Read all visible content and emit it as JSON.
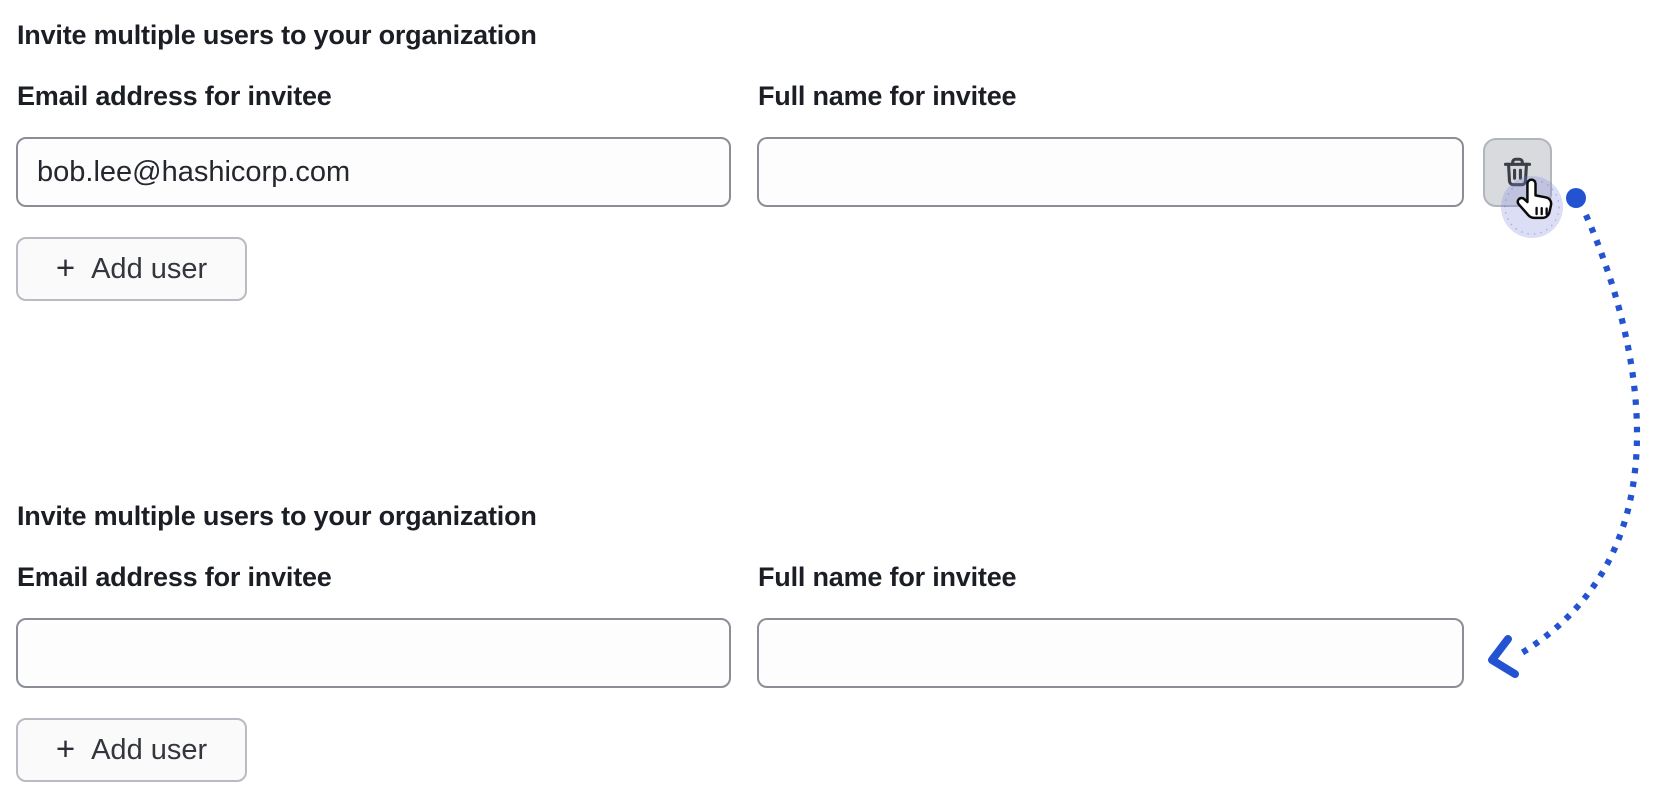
{
  "form_before": {
    "heading": "Invite multiple users to your organization",
    "email_label": "Email address for invitee",
    "email_value": "bob.lee@hashicorp.com",
    "name_label": "Full name for invitee",
    "name_value": "",
    "add_user": {
      "plus": "+",
      "label": "Add user"
    },
    "delete_button_icon": "trash-icon"
  },
  "form_after": {
    "heading": "Invite multiple users to your organization",
    "email_label": "Email address for invitee",
    "email_value": "",
    "name_label": "Full name for invitee",
    "name_value": "",
    "add_user": {
      "plus": "+",
      "label": "Add user"
    }
  },
  "annotation": {
    "cursor_icon": "hand-pointer-cursor",
    "arrow_style": "dotted-curve",
    "arrow_color": "#2353d1",
    "click_halo_color": "#c7cdf1",
    "has_start_dot": true,
    "arrowhead_direction": "left"
  },
  "colors": {
    "text": "#1b1e24",
    "input_border": "#8b8e97",
    "input_background": "#fdfdfe",
    "button_border": "#b9bbc2",
    "button_background": "#fafafb",
    "delete_button_background": "#d8dade",
    "delete_button_border": "#b3b5bc",
    "accent_blue": "#2353d1"
  }
}
